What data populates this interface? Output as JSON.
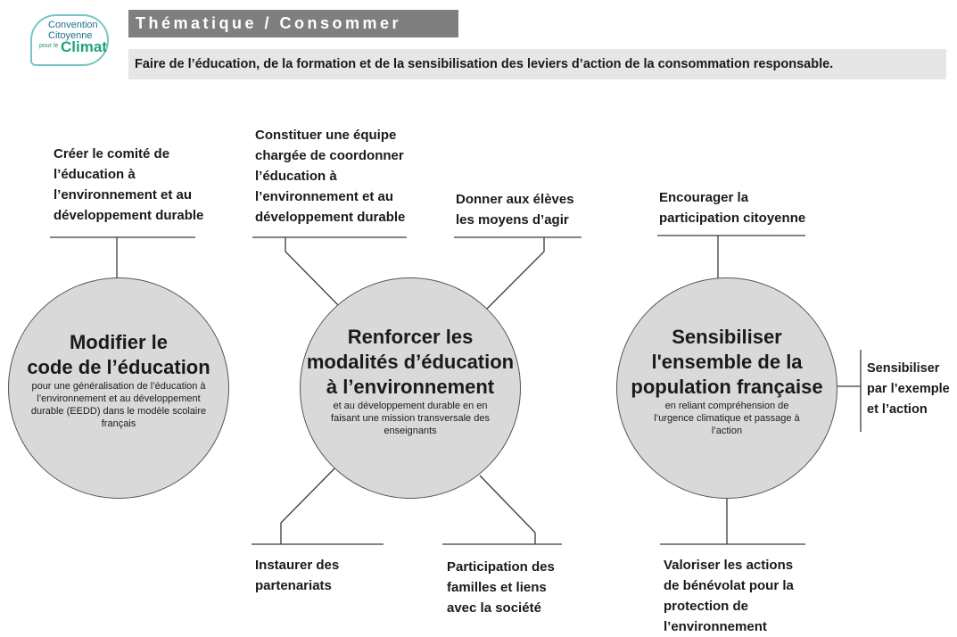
{
  "logo": {
    "line1": "Convention",
    "line2": "Citoyenne",
    "line3": "pour le",
    "line4": "Climat"
  },
  "header": {
    "theme": "Thématique / Consommer",
    "subtitle": "Faire de l’éducation, de la formation et de la sensibilisation des leviers d’action de la consommation responsable."
  },
  "circles": [
    {
      "title_lines": [
        "Modifier le",
        "code de l’éducation"
      ],
      "desc_lines": [
        "pour une généralisation de l’éducation à",
        "l’environnement et au développement",
        "durable (EEDD) dans le modèle scolaire",
        "français"
      ]
    },
    {
      "title_lines": [
        "Renforcer les",
        "modalités d’éducation",
        "à l’environnement"
      ],
      "desc_lines": [
        "et au développement durable en en",
        "faisant une mission transversale des",
        "enseignants"
      ]
    },
    {
      "title_lines": [
        "Sensibiliser",
        "l'ensemble de la",
        "population française"
      ],
      "desc_lines": [
        "en reliant compréhension de",
        "l’urgence climatique et passage à",
        "l’action"
      ]
    }
  ],
  "labels": {
    "comite": [
      "Créer le comité de",
      "l’éducation à",
      "l’environnement et au",
      "développement durable"
    ],
    "equipe": [
      "Constituer une équipe",
      "chargée de coordonner",
      "l’éducation à",
      "l’environnement et au",
      "développement durable"
    ],
    "eleves": [
      "Donner aux élèves",
      "les moyens d’agir"
    ],
    "participation": [
      "Encourager la",
      "participation citoyenne"
    ],
    "exemple": [
      "Sensibiliser",
      "par l’exemple",
      "et l’action"
    ],
    "partenariats": [
      "Instaurer des",
      "partenariats"
    ],
    "familles": [
      "Participation des",
      "familles et liens",
      "avec la société"
    ],
    "benevolat": [
      "Valoriser les actions",
      "de bénévolat pour la",
      "protection de",
      "l’environnement"
    ]
  }
}
